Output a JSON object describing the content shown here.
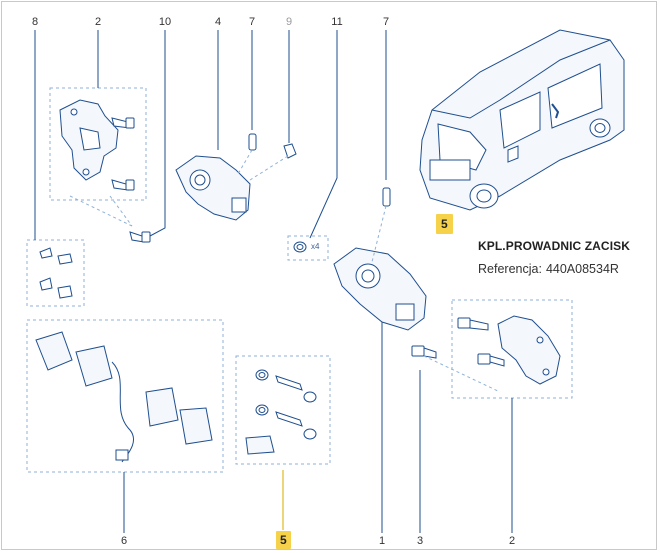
{
  "callouts": {
    "c8": "8",
    "c2_top": "2",
    "c10": "10",
    "c4": "4",
    "c7_left": "7",
    "c9": "9",
    "c11": "11",
    "c7_right": "7",
    "c6": "6",
    "c5_bottom": "5",
    "c1": "1",
    "c3": "3",
    "c2_bottom": "2"
  },
  "quantity_label": "x4",
  "selected_part": {
    "badge": "5",
    "name": "KPL.PROWADNIC ZACISK",
    "reference_label": "Referencja:",
    "reference_value": "440A08534R"
  },
  "highlight_badge": "5",
  "colors": {
    "line": "#1f4f8f",
    "dashed_box": "#8fb2d8",
    "highlight": "#f5d24a",
    "accent_line": "#e8c84a"
  }
}
